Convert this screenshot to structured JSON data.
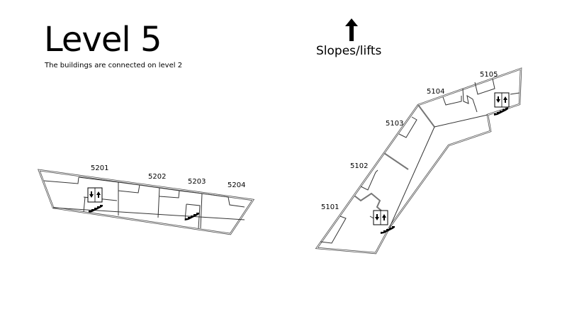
{
  "header": {
    "title": "Level 5",
    "subtitle": "The buildings are connected on level 2"
  },
  "direction": {
    "label": "Slopes/lifts",
    "icon": "arrow-up-icon"
  },
  "building_52": {
    "rooms": [
      "5201",
      "5202",
      "5203",
      "5204"
    ]
  },
  "building_51": {
    "rooms": [
      "5101",
      "5102",
      "5103",
      "5104",
      "5105"
    ]
  },
  "icons": {
    "elevator": "elevator-icon",
    "stairs": "stairs-icon"
  }
}
